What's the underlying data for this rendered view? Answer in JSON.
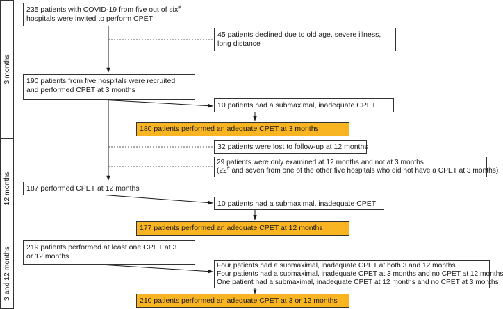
{
  "sections": {
    "s1": "3 months",
    "s2": "12 months",
    "s3": "3 and 12 months"
  },
  "colors": {
    "outcome_fill": "#f9b421",
    "border": "#333333"
  },
  "boxes": {
    "invited": {
      "line1": "235 patients with COVID-19 from five out of six",
      "line1_sup": "#",
      "line2": "hospitals were invited to perform CPET"
    },
    "declined": {
      "line1": "45 patients declined due to old age, severe illness,",
      "line2": "long distance"
    },
    "recruited": {
      "line1": "190 patients from five hospitals were recruited",
      "line2": "and performed CPET at 3 months"
    },
    "submax3": {
      "line1": "10 patients had a submaximal, inadequate CPET"
    },
    "adequate3": {
      "line1": "180 patients performed an adequate CPET at 3 months"
    },
    "lost12": {
      "line1": "32 patients were lost to follow-up at 12 months"
    },
    "only12": {
      "line1": "29 patients were only examined at 12 months and not at 3 months",
      "line2_a": "(22",
      "line2_sup": "#",
      "line2_b": " and seven from one of the other five hospitals who did not have a CPET at 3 months)"
    },
    "performed12": {
      "line1": "187 performed CPET at 12 months"
    },
    "submax12": {
      "line1": "10 patients had a submaximal, inadequate CPET"
    },
    "adequate12": {
      "line1": "177 patients performed an adequate CPET at 12 months"
    },
    "atleastone": {
      "line1": "219 patients performed at least one CPET at 3",
      "line2": "or 12 months"
    },
    "submax_both": {
      "line1": "Four patients had a submaximal, inadequate CPET at both 3 and 12 months",
      "line2": "Four patients had a submaximal, inadequate CPET at 3 months and no CPET at 12 months",
      "line3": "One patient had a submaximal, inadequate CPET at 12 months and no CPET at 3 months"
    },
    "adequate_either": {
      "line1": "210 patients performed an adequate CPET at 3 or 12 months"
    }
  }
}
